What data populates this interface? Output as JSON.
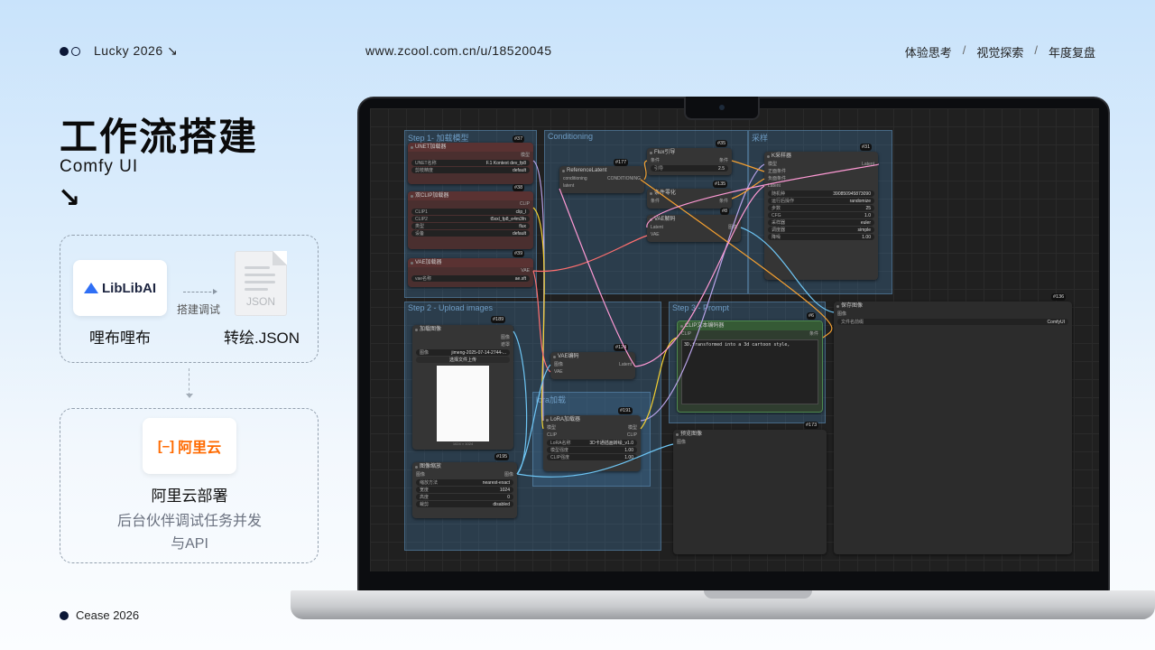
{
  "header": {
    "brand": "Lucky 2026 ↘",
    "url": "www.zcool.com.cn/u/18520045",
    "nav": [
      "体验思考",
      "视觉探索",
      "年度复盘"
    ],
    "nav_sep": "/"
  },
  "title": "工作流搭建",
  "subtitle": "Comfy UI",
  "title_arrow": "↘",
  "flow": {
    "liblib_logo": "LibLibAI",
    "liblib_caption": "哩布哩布",
    "arrow_label": "搭建调试",
    "json_icon_text": "JSON",
    "json_caption": "转绘.JSON",
    "aliyun_logo": "阿里云",
    "aliyun_caption": "阿里云部署",
    "aliyun_desc1": "后台伙伴调试任务并发",
    "aliyun_desc2": "与API"
  },
  "footer": "Cease 2026",
  "comfy": {
    "groups": {
      "g1": "Step 1- 加载模型",
      "g2": "Conditioning",
      "g3": "采样",
      "g4": "Step 2 - Upload images",
      "g5": "Step 3 - Prompt",
      "g6": "lora加载"
    },
    "unet": {
      "id": "#37",
      "title": "UNET加载器",
      "out": "模型",
      "w1k": "UNET名称",
      "w1v": "F.1 Kontext dev_fp8",
      "w2k": "剪枝精度",
      "w2v": "default"
    },
    "clip": {
      "id": "#38",
      "title": "双CLIP加载器",
      "out": "CLIP",
      "w1k": "CLIP1",
      "w1v": "clip_l",
      "w2k": "CLIP2",
      "w2v": "t5xxl_fp8_e4m3fn",
      "w3k": "类型",
      "w3v": "flux",
      "w4k": "设备",
      "w4v": "default"
    },
    "vae": {
      "id": "#39",
      "title": "VAE加载器",
      "out": "VAE",
      "w1k": "vae名称",
      "w1v": "ae.sft"
    },
    "ref": {
      "id": "#177",
      "title": "ReferenceLatent",
      "i1": "conditioning",
      "o1": "CONDITIONING",
      "i2": "latent"
    },
    "flux": {
      "id": "#35",
      "title": "Flux引导",
      "i1": "条件",
      "o1": "条件",
      "wk": "引导",
      "wv": "2.5"
    },
    "zero": {
      "id": "#135",
      "title": "条件零化",
      "i1": "条件",
      "o1": "条件"
    },
    "vaedec": {
      "id": "#8",
      "title": "VAE解码",
      "i1": "Latent",
      "o1": "图像",
      "i2": "VAE"
    },
    "ksam": {
      "id": "#31",
      "title": "K采样器",
      "i1": "模型",
      "o1": "Latent",
      "i2": "正面条件",
      "i3": "负面条件",
      "i4": "Latent",
      "w1k": "随机种",
      "w1v": "390850945873090",
      "w2k": "运行后操作",
      "w2v": "randomize",
      "w3k": "步数",
      "w3v": "25",
      "w4k": "CFG",
      "w4v": "1.0",
      "w5k": "采样器",
      "w5v": "euler",
      "w6k": "调度器",
      "w6v": "simple",
      "w7k": "降噪",
      "w7v": "1.00"
    },
    "load": {
      "id": "#189",
      "title": "加载图像",
      "o1": "图像",
      "o2": "遮罩",
      "wk": "图像",
      "wv": "jimeng-2025-07-14-2744-...",
      "btn": "选择文件上传",
      "size": "1024 × 1024"
    },
    "scale": {
      "id": "#195",
      "title": "图像缩放",
      "i1": "图像",
      "o1": "图像",
      "w1k": "缩放方法",
      "w1v": "nearest-exact",
      "w2k": "宽度",
      "w2v": "1024",
      "w3k": "高度",
      "w3v": "0",
      "w4k": "裁剪",
      "w4v": "disabled"
    },
    "vaeenc": {
      "id": "#124",
      "title": "VAE编码",
      "i1": "图像",
      "o1": "Latent",
      "i2": "VAE"
    },
    "lora": {
      "id": "#191",
      "title": "LoRA加载器",
      "i1": "模型",
      "o1": "模型",
      "i2": "CLIP",
      "o2": "CLIP",
      "w1k": "LoRA名称",
      "w1v": "3D卡通插画转绘_v1.0",
      "w2k": "模型强度",
      "w2v": "1.00",
      "w3k": "CLIP强度",
      "w3v": "1.00"
    },
    "prompt": {
      "id": "#6",
      "title": "CLIP文本编码器",
      "i1": "CLIP",
      "o1": "条件",
      "text": "3D,transformed into a 3d cartoon style,"
    },
    "preview": {
      "id": "#173",
      "title": "预览图像",
      "i1": "图像"
    },
    "save": {
      "id": "#136",
      "title": "保存图像",
      "i1": "图像",
      "wk": "文件名前缀",
      "wv": "ComfyUI"
    }
  }
}
